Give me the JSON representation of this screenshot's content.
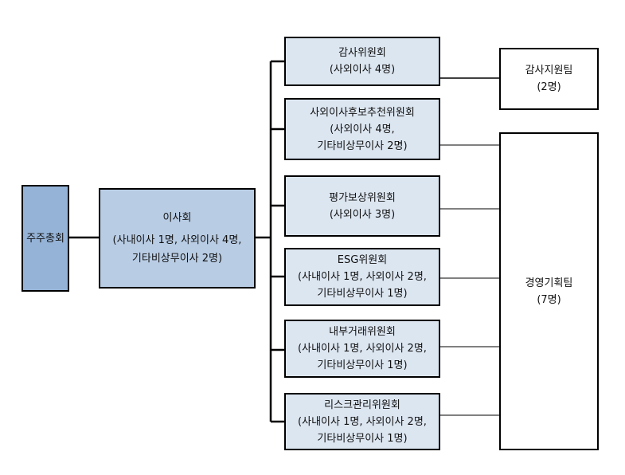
{
  "shareholders": {
    "label": "주주총회"
  },
  "board": {
    "title": "이사회",
    "line2": "(사내이사 1명, 사외이사 4명,",
    "line3": "기타비상무이사 2명)"
  },
  "committees": [
    {
      "name": "감사위원회",
      "lines": [
        "(사외이사 4명)"
      ]
    },
    {
      "name": "사외이사후보추천위원회",
      "lines": [
        "(사외이사 4명,",
        "기타비상무이사 2명)"
      ]
    },
    {
      "name": "평가보상위원회",
      "lines": [
        "(사외이사 3명)"
      ]
    },
    {
      "name": "ESG위원회",
      "lines": [
        "(사내이사 1명, 사외이사 2명,",
        "기타비상무이사 1명)"
      ]
    },
    {
      "name": "내부거래위원회",
      "lines": [
        "(사내이사 1명, 사외이사 2명,",
        "기타비상무이사 1명)"
      ]
    },
    {
      "name": "리스크관리위원회",
      "lines": [
        "(사내이사 1명, 사외이사 2명,",
        "기타비상무이사 1명)"
      ]
    }
  ],
  "audit_support": {
    "name": "감사지원팀",
    "count": "(2명)"
  },
  "planning_team": {
    "name": "경영기획팀",
    "count": "(7명)"
  }
}
